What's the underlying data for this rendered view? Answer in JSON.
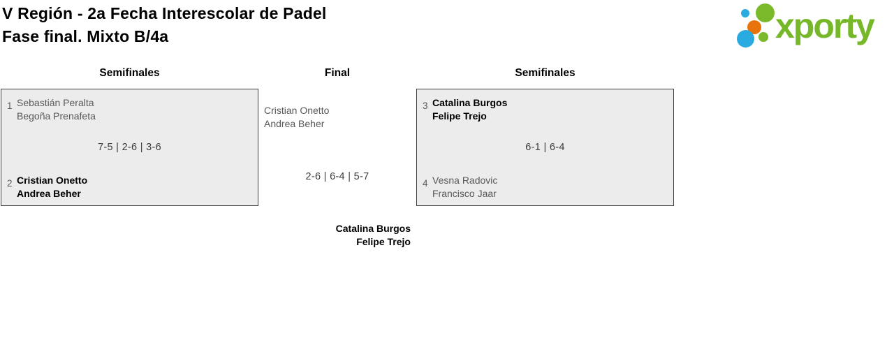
{
  "header": {
    "title_line1": "V Región - 2a Fecha Interescolar de Padel",
    "title_line2": "Fase final. Mixto B/4a",
    "logo_text": "xporty"
  },
  "colors": {
    "logo_green": "#76b82a",
    "logo_blue": "#29abe2",
    "logo_orange": "#e8720c",
    "box_background": "#ececec",
    "box_border": "#3c3c3b",
    "loser_text": "#58585a",
    "winner_text": "#000000",
    "score_text": "#3c3c3b"
  },
  "bracket": {
    "semifinal_left": {
      "header": "Semifinales",
      "team1": {
        "seed": "1",
        "players": [
          "Sebastián Peralta",
          "Begoña Prenafeta"
        ],
        "winner": false
      },
      "score": "7-5 | 2-6 | 3-6",
      "team2": {
        "seed": "2",
        "players": [
          "Cristian Onetto",
          "Andrea Beher"
        ],
        "winner": true
      }
    },
    "final": {
      "header": "Final",
      "team1": {
        "players": [
          "Cristian Onetto",
          "Andrea Beher"
        ],
        "winner": false
      },
      "score": "2-6 | 6-4 | 5-7",
      "team2": {
        "players": [
          "Catalina Burgos",
          "Felipe Trejo"
        ],
        "winner": true
      }
    },
    "semifinal_right": {
      "header": "Semifinales",
      "team1": {
        "seed": "3",
        "players": [
          "Catalina Burgos",
          "Felipe Trejo"
        ],
        "winner": true
      },
      "score": "6-1 | 6-4",
      "team2": {
        "seed": "4",
        "players": [
          "Vesna Radovic",
          "Francisco Jaar"
        ],
        "winner": false
      }
    }
  }
}
